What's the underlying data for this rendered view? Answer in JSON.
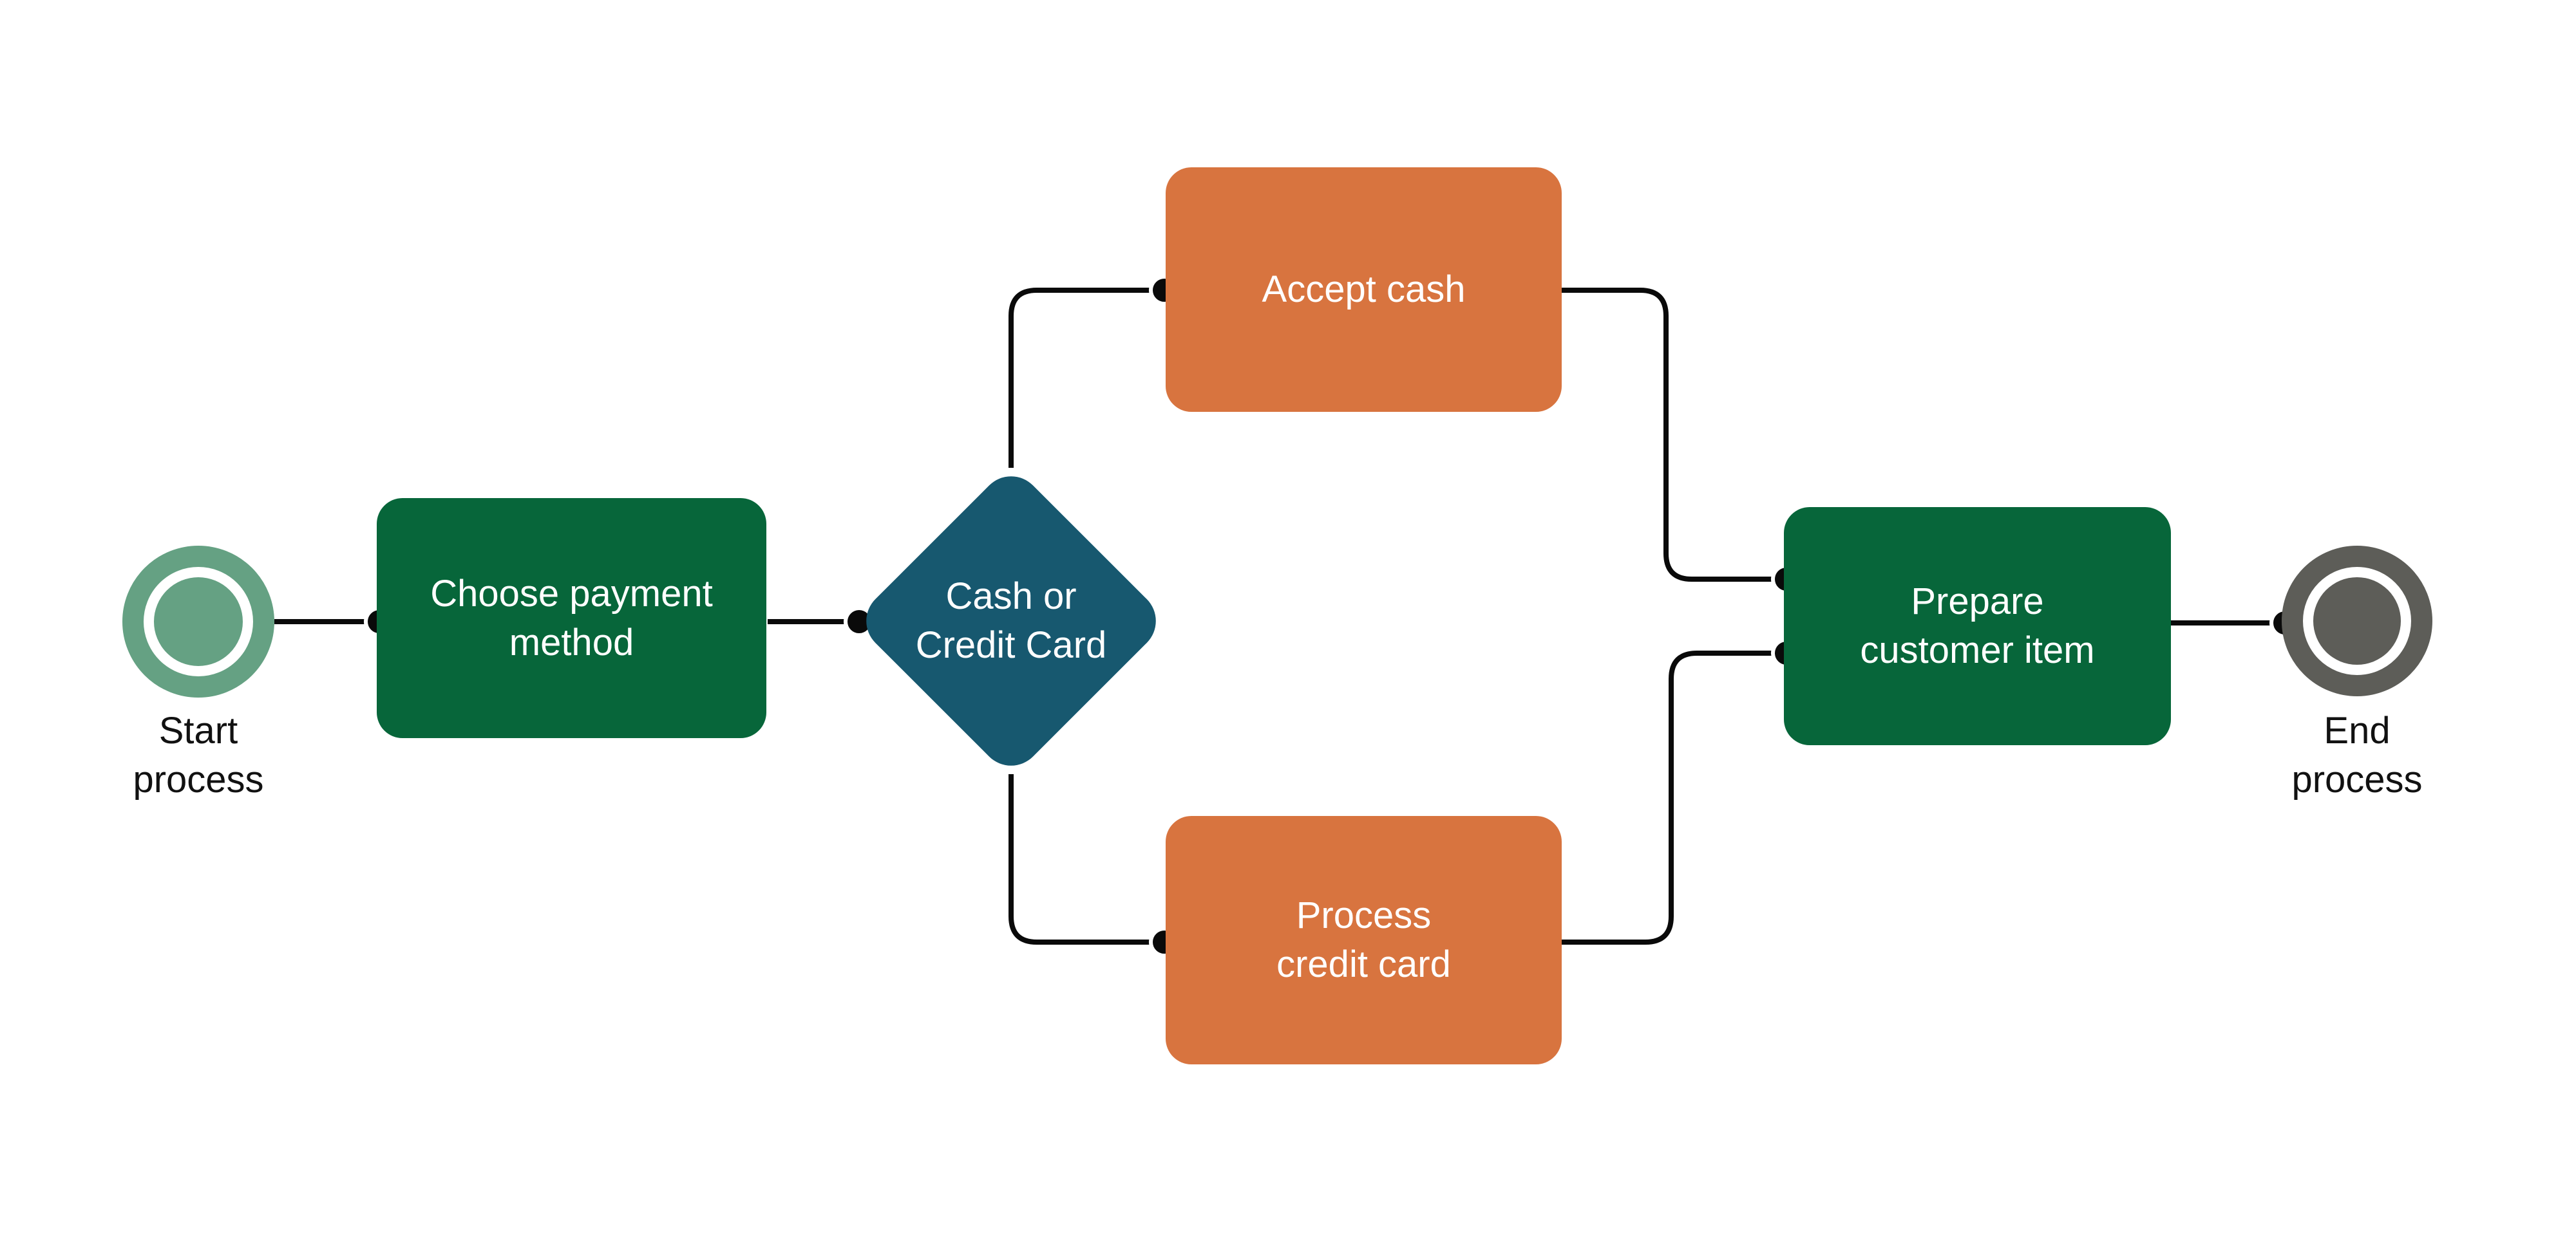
{
  "colors": {
    "background": "#ffffff",
    "dark_green": "#07663a",
    "sage_green": "#65a183",
    "teal": "#17586f",
    "orange": "#d8743f",
    "gray": "#5d5d58",
    "line": "#0a0a0a",
    "text_on_fill": "#ffffff",
    "label_text": "#111111"
  },
  "nodes": {
    "start_event": {
      "shape": "double-circle",
      "line1": "Start",
      "line2": "process"
    },
    "choose_payment": {
      "shape": "rounded-rect",
      "line1": "Choose payment",
      "line2": "method"
    },
    "decision": {
      "shape": "diamond",
      "line1": "Cash or",
      "line2": "Credit Card"
    },
    "accept_cash": {
      "shape": "rounded-rect",
      "line1": "Accept cash"
    },
    "process_credit_card": {
      "shape": "rounded-rect",
      "line1": "Process",
      "line2": "credit card"
    },
    "prepare_customer_item": {
      "shape": "rounded-rect",
      "line1": "Prepare",
      "line2": "customer item"
    },
    "end_event": {
      "shape": "double-circle",
      "line1": "End",
      "line2": "process"
    }
  },
  "connectors": [
    {
      "from": "start_event",
      "to": "choose_payment"
    },
    {
      "from": "choose_payment",
      "to": "decision"
    },
    {
      "from": "decision",
      "to": "accept_cash"
    },
    {
      "from": "decision",
      "to": "process_credit_card"
    },
    {
      "from": "accept_cash",
      "to": "prepare_customer_item"
    },
    {
      "from": "process_credit_card",
      "to": "prepare_customer_item"
    },
    {
      "from": "prepare_customer_item",
      "to": "end_event"
    }
  ]
}
